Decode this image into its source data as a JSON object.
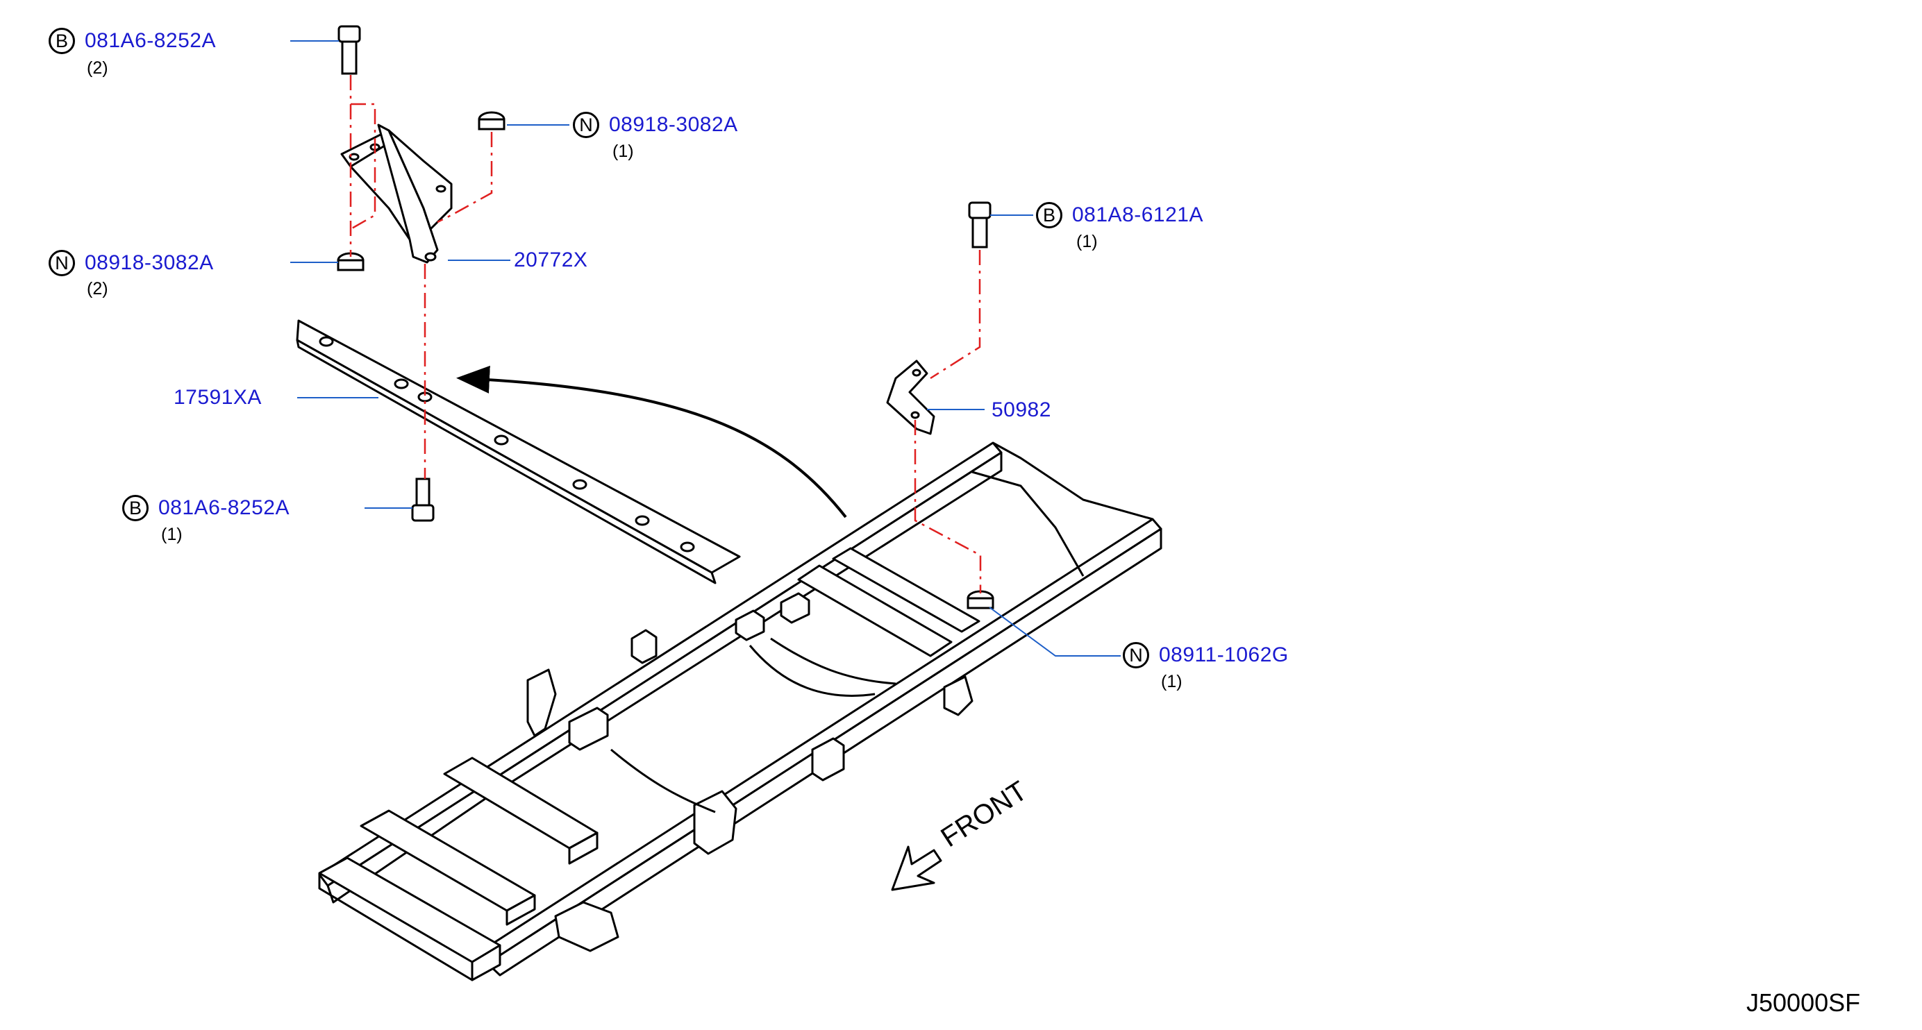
{
  "callouts": [
    {
      "code": "B",
      "part": "081A6-8252A",
      "qty": "(2)"
    },
    {
      "code": "N",
      "part": "08918-3082A",
      "qty": "(1)"
    },
    {
      "code": "N",
      "part": "08918-3082A",
      "qty": "(2)"
    },
    {
      "code": "B",
      "part": "081A8-6121A",
      "qty": "(1)"
    },
    {
      "code": "B",
      "part": "081A6-8252A",
      "qty": "(1)"
    },
    {
      "code": "N",
      "part": "08911-1062G",
      "qty": "(1)"
    }
  ],
  "labels": {
    "bracket": "20772X",
    "rail": "17591XA",
    "plate": "50982",
    "front": "FRONT",
    "diagram_id": "J50000SF"
  },
  "colors": {
    "part_number": "#1a1ad0",
    "leader_line": "#1e5fc8",
    "centerline": "#e02020",
    "outline": "#000000"
  }
}
